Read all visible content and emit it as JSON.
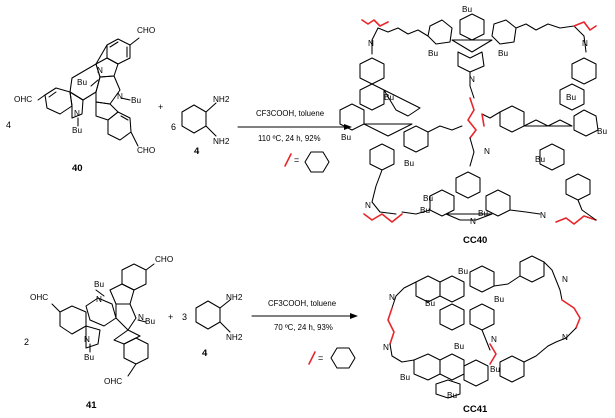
{
  "reaction1": {
    "reactant_coef": "4",
    "reactant_id": "40",
    "reagent_plus": "+",
    "amine_coef": "6",
    "amine_id": "4",
    "conditions_line1": "CF3COOH, toluene",
    "conditions_line2": "110 ºC, 24 h, 92%",
    "legend_equals": "=",
    "product_id": "CC40"
  },
  "reaction2": {
    "reactant_coef": "2",
    "reactant_id": "41",
    "reagent_plus": "+",
    "amine_coef": "3",
    "amine_id": "4",
    "conditions_line1": "CF3COOH, toluene",
    "conditions_line2": "70 ºC, 24 h, 93%",
    "legend_equals": "=",
    "product_id": "CC41"
  },
  "atom_labels": {
    "cho": "CHO",
    "ohc": "OHC",
    "bu": "Bu",
    "n": "N",
    "nh2": "NH2",
    "imine": "N"
  },
  "colors": {
    "bond": "#000000",
    "cyclohexyl_linker": "#e8262a"
  }
}
